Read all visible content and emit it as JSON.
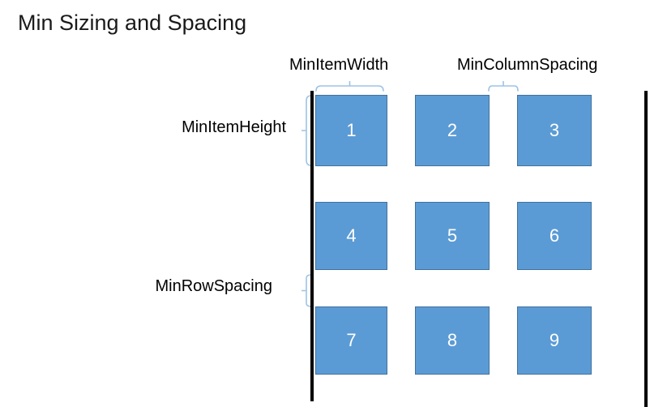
{
  "title": "Min Sizing and Spacing",
  "labels": {
    "min_item_width": "MinItemWidth",
    "min_column_spacing": "MinColumnSpacing",
    "min_item_height": "MinItemHeight",
    "min_row_spacing": "MinRowSpacing"
  },
  "grid": {
    "rows": 3,
    "columns": 3,
    "items": [
      "1",
      "2",
      "3",
      "4",
      "5",
      "6",
      "7",
      "8",
      "9"
    ]
  },
  "icons": {
    "min_item_width_brace": "curly-brace-pointing-up",
    "min_column_spacing_brace": "curly-brace-pointing-up",
    "min_item_height_brace": "curly-brace-pointing-left",
    "min_row_spacing_brace": "curly-brace-pointing-left"
  },
  "colors": {
    "square_fill": "#5B9BD5",
    "square_border": "#41719C",
    "brace": "#9DC3E6",
    "guide_line": "#000000",
    "title_text": "#1A1A1A",
    "label_text": "#000000",
    "number_text": "#FFFFFF",
    "background": "#FFFFFF"
  }
}
